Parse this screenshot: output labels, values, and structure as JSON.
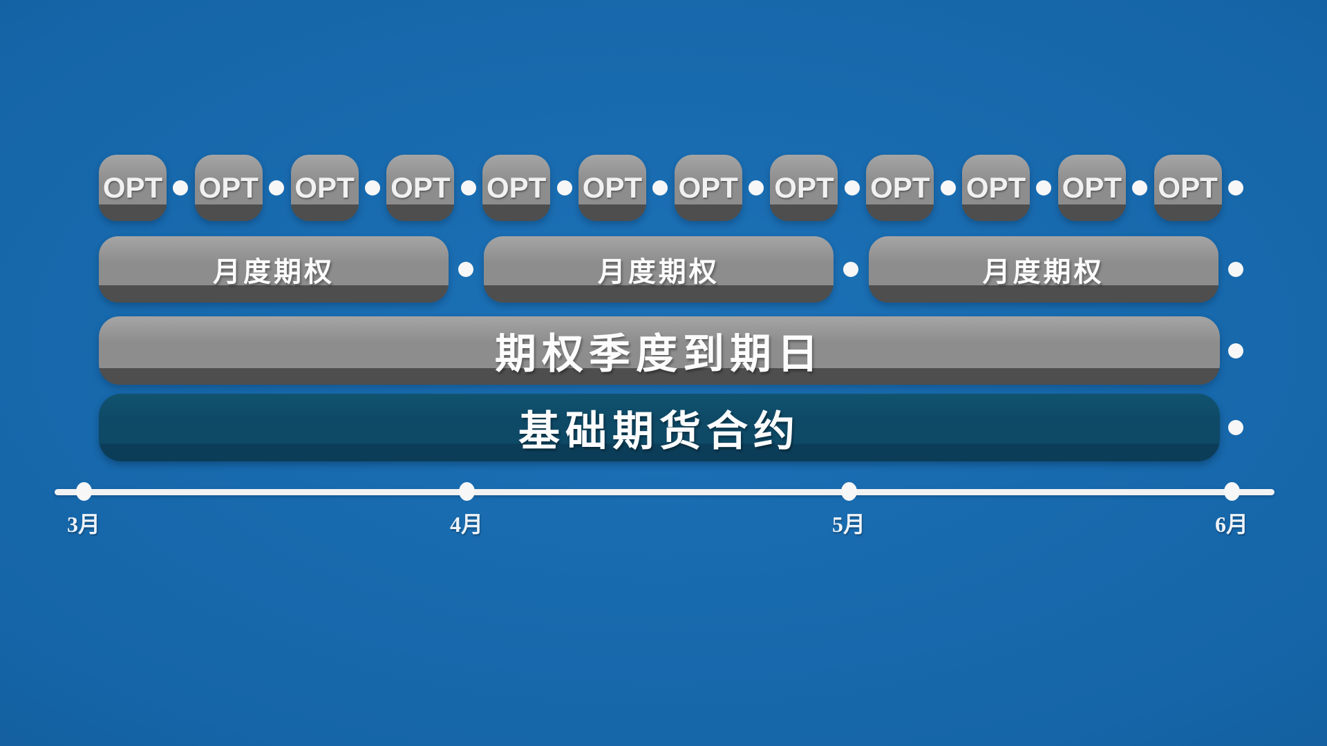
{
  "opt_row": {
    "items": [
      "OPT",
      "OPT",
      "OPT",
      "OPT",
      "OPT",
      "OPT",
      "OPT",
      "OPT",
      "OPT",
      "OPT",
      "OPT",
      "OPT"
    ]
  },
  "monthly_row": {
    "bars": [
      "月度期权",
      "月度期权",
      "月度期权"
    ]
  },
  "quarterly_bar": {
    "label": "期权季度到期日"
  },
  "futures_bar": {
    "label": "基础期货合约"
  },
  "timeline": {
    "months": [
      "3月",
      "4月",
      "5月",
      "6月"
    ]
  },
  "colors": {
    "bg_center": "#1c71b6",
    "bg_mid": "#1565a8",
    "bg_edge": "#0f4f82",
    "gray_top": "#a5a5a5",
    "gray_main": "#8d8d8d",
    "gray_dark": "#4e4e4e",
    "navy_top": "#11536f",
    "navy_main": "#0e4966",
    "navy_dark": "#0c3d58",
    "dot_white": "#f7f7f7",
    "line_white": "#f2f2f2"
  }
}
